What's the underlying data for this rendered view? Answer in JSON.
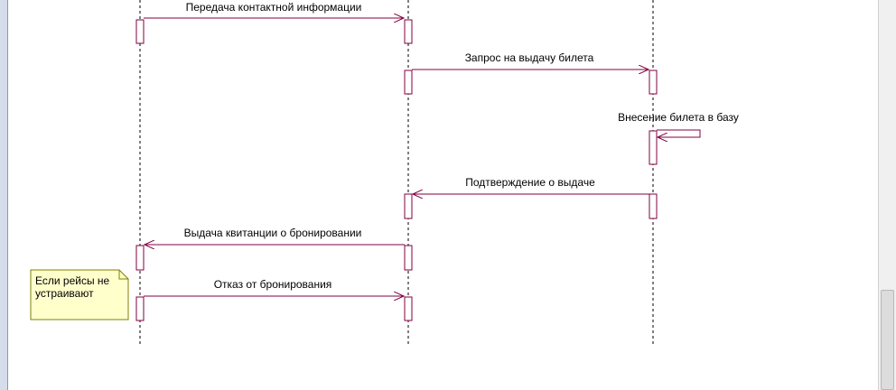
{
  "diagram": {
    "type": "sequence",
    "messages": [
      {
        "label": "Передача контактной информации",
        "from": "lifeline-1",
        "to": "lifeline-2"
      },
      {
        "label": "Запрос на выдачу билета",
        "from": "lifeline-2",
        "to": "lifeline-3"
      },
      {
        "label": "Внесение билета в базу",
        "from": "lifeline-3",
        "to": "lifeline-3"
      },
      {
        "label": "Подтверждение о выдаче",
        "from": "lifeline-3",
        "to": "lifeline-2"
      },
      {
        "label": "Выдача квитанции о бронировании",
        "from": "lifeline-2",
        "to": "lifeline-1"
      },
      {
        "label": "Отказ от бронирования",
        "from": "lifeline-1",
        "to": "lifeline-2"
      }
    ],
    "note": {
      "line1": "Если рейсы не",
      "line2": "устраивают"
    }
  },
  "colors": {
    "message_line": "#800040",
    "activation_border": "#800040",
    "lifeline": "#000000",
    "note_fill": "#ffffcc",
    "note_border": "#808000"
  }
}
